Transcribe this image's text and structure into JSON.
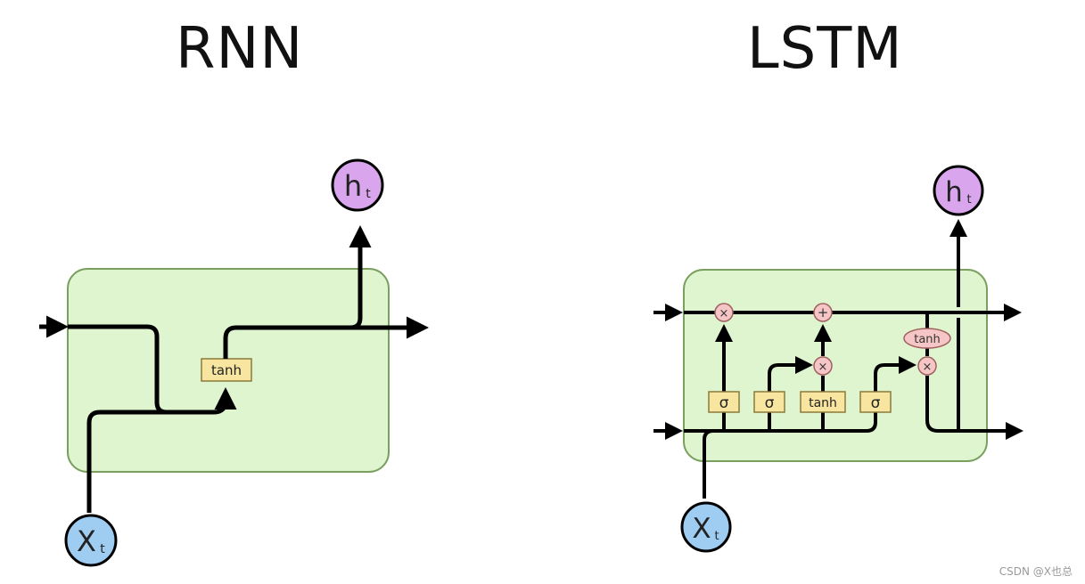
{
  "titles": {
    "rnn": "RNN",
    "lstm": "LSTM"
  },
  "rnn": {
    "input_label": "X",
    "input_sub": "t",
    "output_label": "h",
    "output_sub": "t",
    "gate_label": "tanh"
  },
  "lstm": {
    "input_label": "X",
    "input_sub": "t",
    "output_label": "h",
    "output_sub": "t",
    "gate1": "σ",
    "gate2": "σ",
    "gate3": "tanh",
    "gate4": "σ",
    "op_multiply_1": "×",
    "op_add": "+",
    "op_multiply_2": "×",
    "op_multiply_3": "×",
    "op_tanh": "tanh"
  },
  "watermark": "CSDN @X也总",
  "colors": {
    "cell_fill": "#dff5cf",
    "cell_stroke": "#7aa05f",
    "gate_fill": "#f8e6a0",
    "gate_stroke": "#8a7a3a",
    "op_fill": "#f6c6c6",
    "op_stroke": "#a06060",
    "input_fill": "#9fcdf2",
    "output_fill": "#d9a6ee"
  }
}
